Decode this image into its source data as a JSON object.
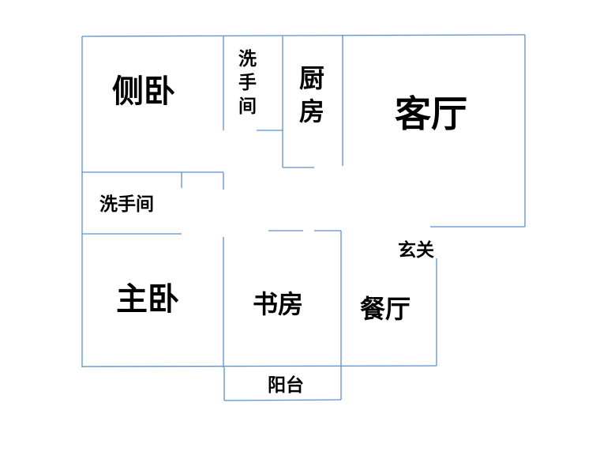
{
  "floor_plan": {
    "wall_color": "#5b8fd0",
    "rooms": {
      "side_bedroom": "侧卧",
      "bathroom_top": [
        "洗",
        "手",
        "间"
      ],
      "kitchen": [
        "厨",
        "房"
      ],
      "living_room": "客厅",
      "bathroom_left": "洗手间",
      "entrance": "玄关",
      "master_bedroom": "主卧",
      "study": "书房",
      "dining_room": "餐厅",
      "balcony": "阳台"
    }
  }
}
